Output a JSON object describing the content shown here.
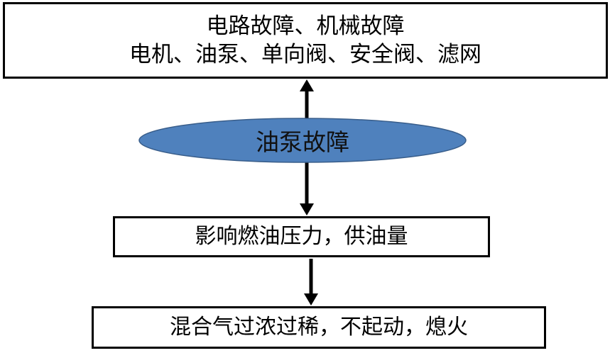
{
  "diagram": {
    "top_box": {
      "line1": "电路故障、机械故障",
      "line2": "电机、油泵、单向阀、安全阀、滤网"
    },
    "center_ellipse": {
      "label": "油泵故障",
      "fill_color": "#4f81bd",
      "stroke_color": "#385d8a"
    },
    "middle_box": {
      "label": "影响燃油压力，供油量"
    },
    "bottom_box": {
      "label": "混合气过浓过稀，不起动，熄火"
    },
    "arrow_color": "#000000"
  }
}
